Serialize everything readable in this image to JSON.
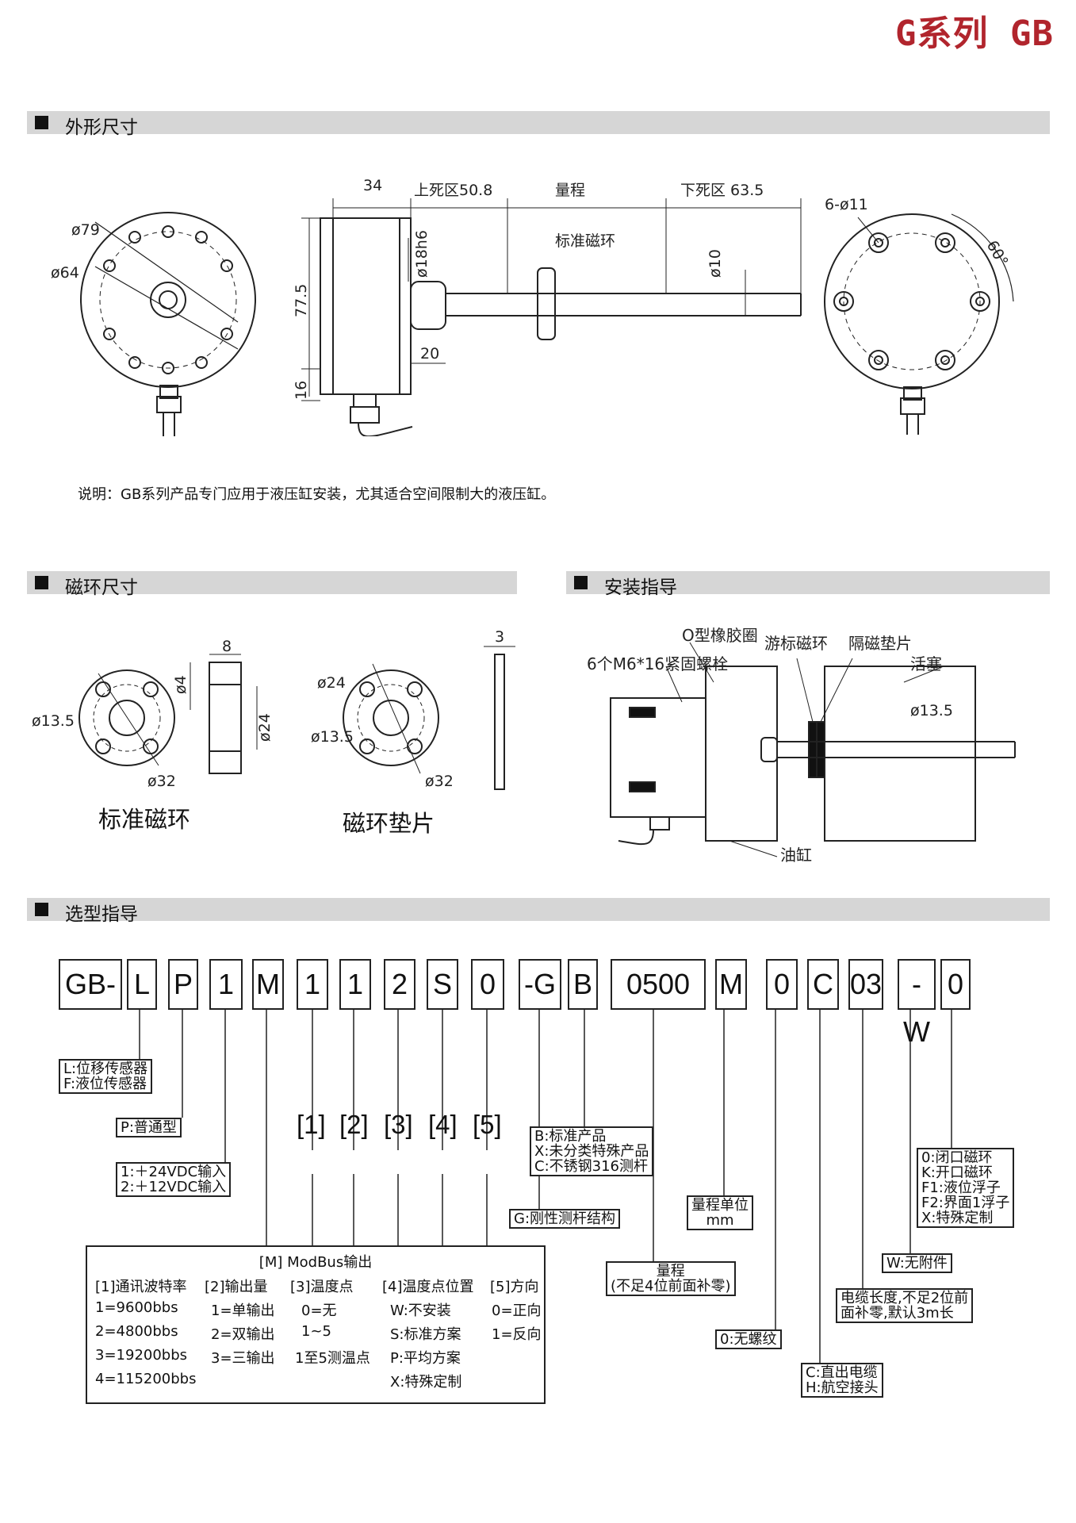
{
  "header": {
    "series_title": "G系列 GB"
  },
  "sections": {
    "outline": "外形尺寸",
    "magnet": "磁环尺寸",
    "install": "安装指导",
    "selection": "选型指导"
  },
  "note": "说明：GB系列产品专门应用于液压缸安装，尤其适合空间限制大的液压缸。",
  "outline_dims": {
    "d79": "ø79",
    "d64": "ø64",
    "l34": "34",
    "upper_dead": "上死区50.8",
    "range": "量程",
    "lower_dead": "下死区 63.5",
    "d18": "ø18h6",
    "std_ring": "标准磁环",
    "d10": "ø10",
    "h775": "77.5",
    "l20": "20",
    "h16": "16",
    "holes": "6-ø11",
    "angle": "60°"
  },
  "magnet_dims": {
    "d4": "ø4",
    "w8": "8",
    "d135a": "ø13.5",
    "d24a": "ø24",
    "d32a": "ø32",
    "d24b": "ø24",
    "d135b": "ø13.5",
    "d32b": "ø32",
    "t3": "3",
    "cap_std": "标准磁环",
    "cap_pad": "磁环垫片"
  },
  "install_labels": {
    "oring": "O型橡胶圈",
    "bolts": "6个M6*16紧固螺栓",
    "float_ring": "游标磁环",
    "iso_pad": "隔磁垫片",
    "piston": "活塞",
    "d135": "ø13.5",
    "cylinder": "油缸"
  },
  "code": [
    "GB-",
    "L",
    "P",
    "1",
    "M",
    "1",
    "1",
    "2",
    "S",
    "0",
    "-G",
    "B",
    "0500",
    "M",
    "0",
    "C",
    "03",
    "-W",
    "0"
  ],
  "brackets": [
    "[1]",
    "[2]",
    "[3]",
    "[4]",
    "[5]"
  ],
  "legend": {
    "type": [
      "L:位移传感器",
      "F:液位传感器"
    ],
    "p": [
      "P:普通型"
    ],
    "power": [
      "1:＋24VDC输入",
      "2:＋12VDC输入"
    ],
    "g": [
      "G:刚性测杆结构"
    ],
    "b": [
      "B:标准产品",
      "X:未分类特殊产品",
      "C:不锈钢316测杆"
    ],
    "unit": [
      "量程单位",
      "mm"
    ],
    "range": [
      "量程",
      "(不足4位前面补零)"
    ],
    "thread": [
      "0:无螺纹"
    ],
    "conn": [
      "C:直出电缆",
      "H:航空接头"
    ],
    "cable": [
      "电缆长度,不足2位前",
      "面补零,默认3m长"
    ],
    "acc": [
      "W:无附件"
    ],
    "ring": [
      "0:闭口磁环",
      "K:开口磁环",
      "F1:液位浮子",
      "F2:界面1浮子",
      "X:特殊定制"
    ]
  },
  "modbus": {
    "title": "[M]  ModBus输出",
    "headers": [
      "[1]通讯波特率",
      "[2]输出量",
      "[3]温度点",
      "[4]温度点位置",
      "[5]方向"
    ],
    "col1": [
      "1=9600bbs",
      "2=4800bbs",
      "3=19200bbs",
      "4=115200bbs"
    ],
    "col2": [
      "1=单输出",
      "2=双输出",
      "3=三输出"
    ],
    "col3": [
      "0=无",
      "1~5",
      "1至5测温点"
    ],
    "col4": [
      "W:不安装",
      "S:标准方案",
      "P:平均方案",
      "X:特殊定制"
    ],
    "col5": [
      "0=正向",
      "1=反向"
    ]
  }
}
